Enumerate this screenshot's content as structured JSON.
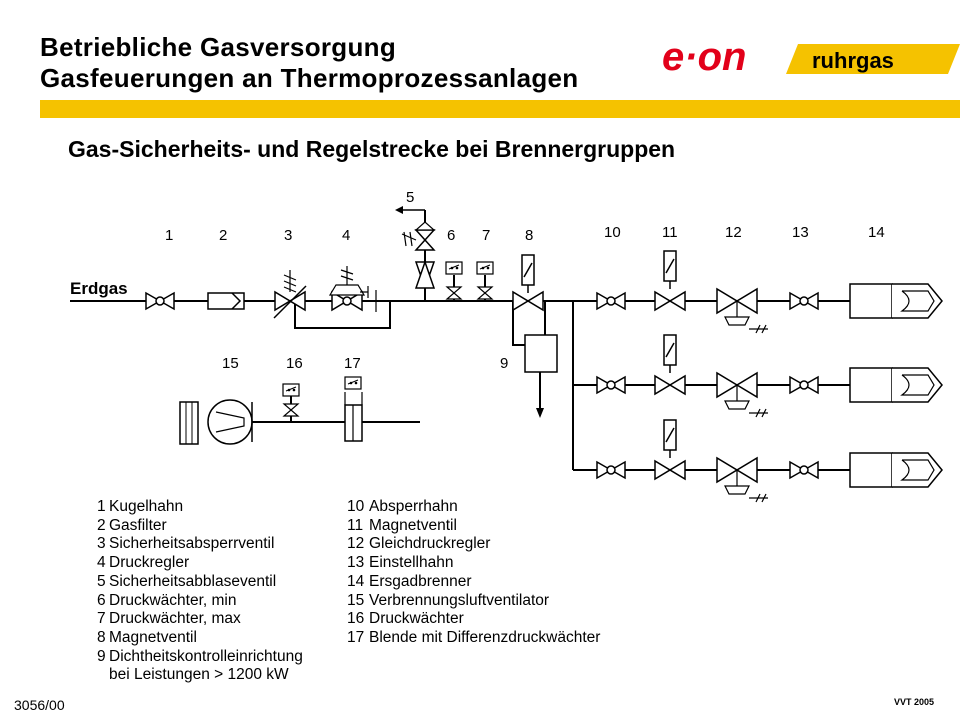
{
  "header": {
    "title_line1": "Betriebliche Gasversorgung",
    "title_line2": "Gasfeuerungen  an Thermoprozessanlagen",
    "subtitle": "Gas-Sicherheits- und Regelstrecke bei Brennergruppen"
  },
  "logo": {
    "eon": "e·on",
    "ruhrgas": "ruhrgas",
    "accent_color": "#e2001a",
    "bar_color": "#f5c200"
  },
  "diagram": {
    "inlet_label": "Erdgas",
    "numbers": [
      "1",
      "2",
      "3",
      "4",
      "5",
      "6",
      "7",
      "8",
      "9",
      "10",
      "11",
      "12",
      "13",
      "14",
      "15",
      "16",
      "17"
    ]
  },
  "legend_left": [
    {
      "num": "1",
      "text": "Kugelhahn"
    },
    {
      "num": "2",
      "text": "Gasfilter"
    },
    {
      "num": "3",
      "text": "Sicherheitsabsperrventil"
    },
    {
      "num": "4",
      "text": "Druckregler"
    },
    {
      "num": "5",
      "text": "Sicherheitsabblaseventil"
    },
    {
      "num": "6",
      "text": "Druckwächter, min"
    },
    {
      "num": "7",
      "text": "Druckwächter, max"
    },
    {
      "num": "8",
      "text": "Magnetventil"
    },
    {
      "num": "9",
      "text": "Dichtheitskontrolleinrichtung"
    }
  ],
  "legend_left_cont": "bei Leistungen > 1200 kW",
  "legend_right": [
    {
      "num": "10",
      "text": "Absperrhahn"
    },
    {
      "num": "11",
      "text": "Magnetventil"
    },
    {
      "num": "12",
      "text": "Gleichdruckregler"
    },
    {
      "num": "13",
      "text": "Einstellhahn"
    },
    {
      "num": "14",
      "text": "Ersgadbrenner"
    },
    {
      "num": "15",
      "text": "Verbrennungsluftventilator"
    },
    {
      "num": "16",
      "text": "Druckwächter"
    },
    {
      "num": "17",
      "text": "Blende mit Differenzdruckwächter"
    }
  ],
  "footer": {
    "left": "3056/00",
    "right": "VVT 2005"
  }
}
